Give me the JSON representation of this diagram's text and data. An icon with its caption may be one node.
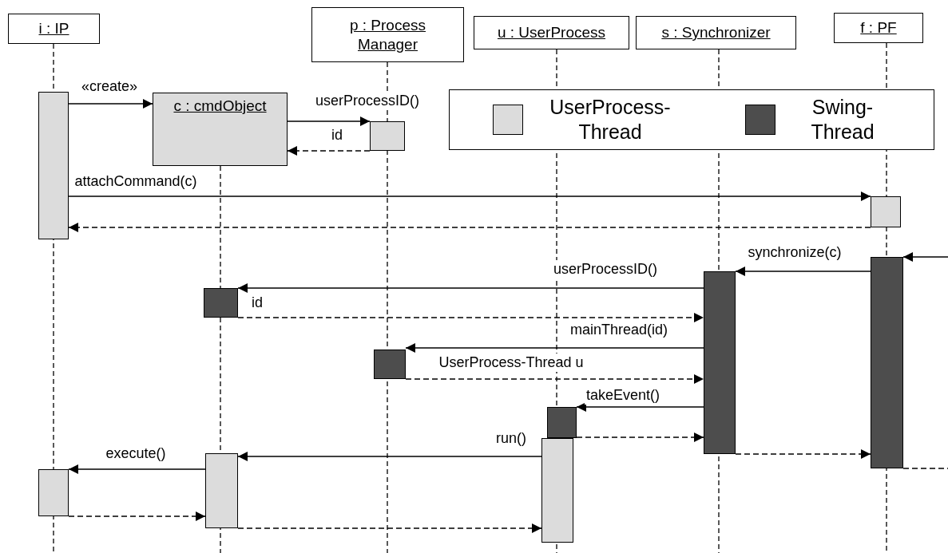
{
  "diagram": {
    "nodes": [
      {
        "text": [
          "i : IP"
        ]
      },
      {
        "text": [
          "p : Process Manager"
        ]
      },
      {
        "text": [
          "u : UserProcess"
        ]
      },
      {
        "text": [
          "s : Synchronizer"
        ]
      },
      {
        "text": [
          "f : PF"
        ]
      },
      {
        "text": [
          "c : cmdObject"
        ]
      },
      {
        "text": [],
        "shape": "bar"
      },
      {
        "text": [],
        "shape": "bar"
      },
      {
        "text": [],
        "shape": "bar"
      },
      {
        "text": [],
        "shape": "bar"
      },
      {
        "text": [],
        "shape": "bar"
      },
      {
        "text": [],
        "shape": "bar"
      },
      {
        "text": [],
        "shape": "bar"
      },
      {
        "text": [],
        "shape": "bar"
      },
      {
        "text": [],
        "shape": "bar"
      },
      {
        "text": [],
        "shape": "bar"
      },
      {
        "text": [],
        "shape": "bar"
      }
    ],
    "edges": [
      {
        "from": 6,
        "to": 5,
        "arrow": "to",
        "label": "«create»"
      },
      {
        "from": 5,
        "to": 7,
        "arrow": "to",
        "label": "userProcessID()"
      },
      {
        "from": 7,
        "to": 5,
        "arrow": "to",
        "label": "id",
        "style": "dashed"
      },
      {
        "from": 6,
        "to": 8,
        "arrow": "to",
        "label": "attachCommand(c)"
      },
      {
        "from": 8,
        "to": 6,
        "arrow": "to",
        "style": "dashed"
      },
      {
        "from": null,
        "to": 10,
        "arrow": "to"
      },
      {
        "from": 10,
        "to": 9,
        "arrow": "to",
        "label": "synchronize(c)"
      },
      {
        "from": 9,
        "to": 11,
        "arrow": "to",
        "label": "userProcessID()"
      },
      {
        "from": 11,
        "to": 9,
        "arrow": "to",
        "label": "id",
        "style": "dashed"
      },
      {
        "from": 9,
        "to": 12,
        "arrow": "to",
        "label": "mainThread(id)"
      },
      {
        "from": 12,
        "to": 9,
        "arrow": "to",
        "label": "UserProcess-Thread u",
        "style": "dashed"
      },
      {
        "from": 9,
        "to": 14,
        "arrow": "to",
        "label": "takeEvent()"
      },
      {
        "from": 14,
        "to": 9,
        "arrow": "to",
        "style": "dashed"
      },
      {
        "from": 9,
        "to": 10,
        "arrow": "to",
        "style": "dashed"
      },
      {
        "from": 13,
        "to": 15,
        "arrow": "to",
        "label": "run()"
      },
      {
        "from": 15,
        "to": 16,
        "arrow": "to",
        "label": "execute()"
      },
      {
        "from": 16,
        "to": 15,
        "arrow": "to",
        "style": "dashed"
      },
      {
        "from": 15,
        "to": 13,
        "arrow": "to",
        "style": "dashed"
      },
      {
        "from": 10,
        "to": null,
        "arrow": "none",
        "style": "dashed"
      }
    ],
    "legend": [
      {
        "text": "UserProcess- Thread",
        "color": "#dcdcdc"
      },
      {
        "text": "Swing- Thread",
        "color": "#4d4d4d"
      }
    ]
  }
}
